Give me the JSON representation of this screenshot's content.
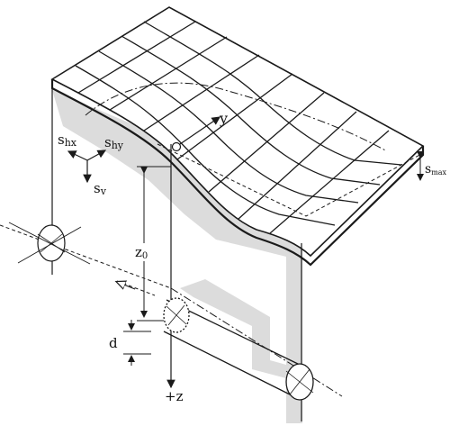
{
  "labels": {
    "shx_base": "s",
    "shx_sub": "hx",
    "shy_base": "s",
    "shy_sub": "hy",
    "sv_base": "s",
    "sv_sub": "v",
    "y_axis": "y",
    "z0_base": "z",
    "z0_sub": "0",
    "smax_base": "s",
    "smax_sub": "max",
    "d_label": "d",
    "z_axis": "+z"
  },
  "colors": {
    "line": "#1a1a1a",
    "shadow": "#dcdcdc",
    "background": "#ffffff"
  }
}
